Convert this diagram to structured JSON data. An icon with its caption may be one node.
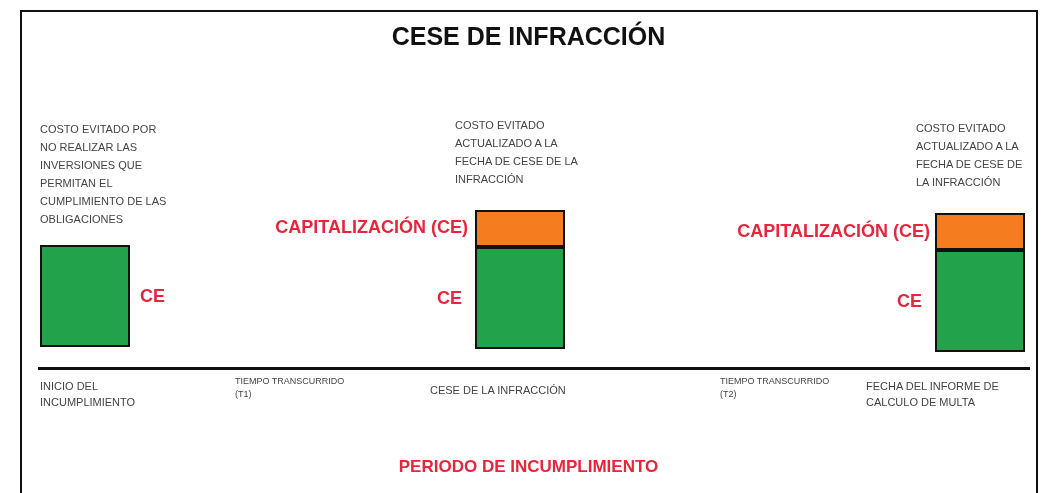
{
  "diagram": {
    "title": "CESE DE INFRACCIÓN",
    "nodes": [
      {
        "text": [],
        "shape": "box",
        "beside": [
          "COSTO EVITADO POR NO REALIZAR LAS INVERSIONES QUE PERMITAN EL CUMPLIMIENTO DE LAS OBLIGACIONES",
          "CE",
          "INICIO DEL INCUMPLIMIENTO"
        ]
      },
      {
        "text": [],
        "shape": "box",
        "beside": [
          "COSTO EVITADO ACTUALIZADO A LA FECHA DE CESE DE LA INFRACCIÓN",
          "CAPITALIZACIÓN (CE)"
        ]
      },
      {
        "text": [],
        "shape": "box",
        "beside": [
          "CE",
          "CESE DE LA INFRACCIÓN"
        ]
      },
      {
        "text": [],
        "shape": "box",
        "beside": [
          "COSTO EVITADO ACTUALIZADO A LA FECHA DE CESE DE LA INFRACCIÓN",
          "CAPITALIZACIÓN (CE)"
        ]
      },
      {
        "text": [],
        "shape": "box",
        "beside": [
          "CE",
          "FECHA DEL INFORME DE CALCULO DE MULTA"
        ]
      }
    ],
    "labels": [
      "TIEMPO TRANSCURRIDO (T1)",
      "TIEMPO TRANSCURRIDO (T2)",
      "PERIODO DE INCUMPLIMIENTO"
    ]
  }
}
